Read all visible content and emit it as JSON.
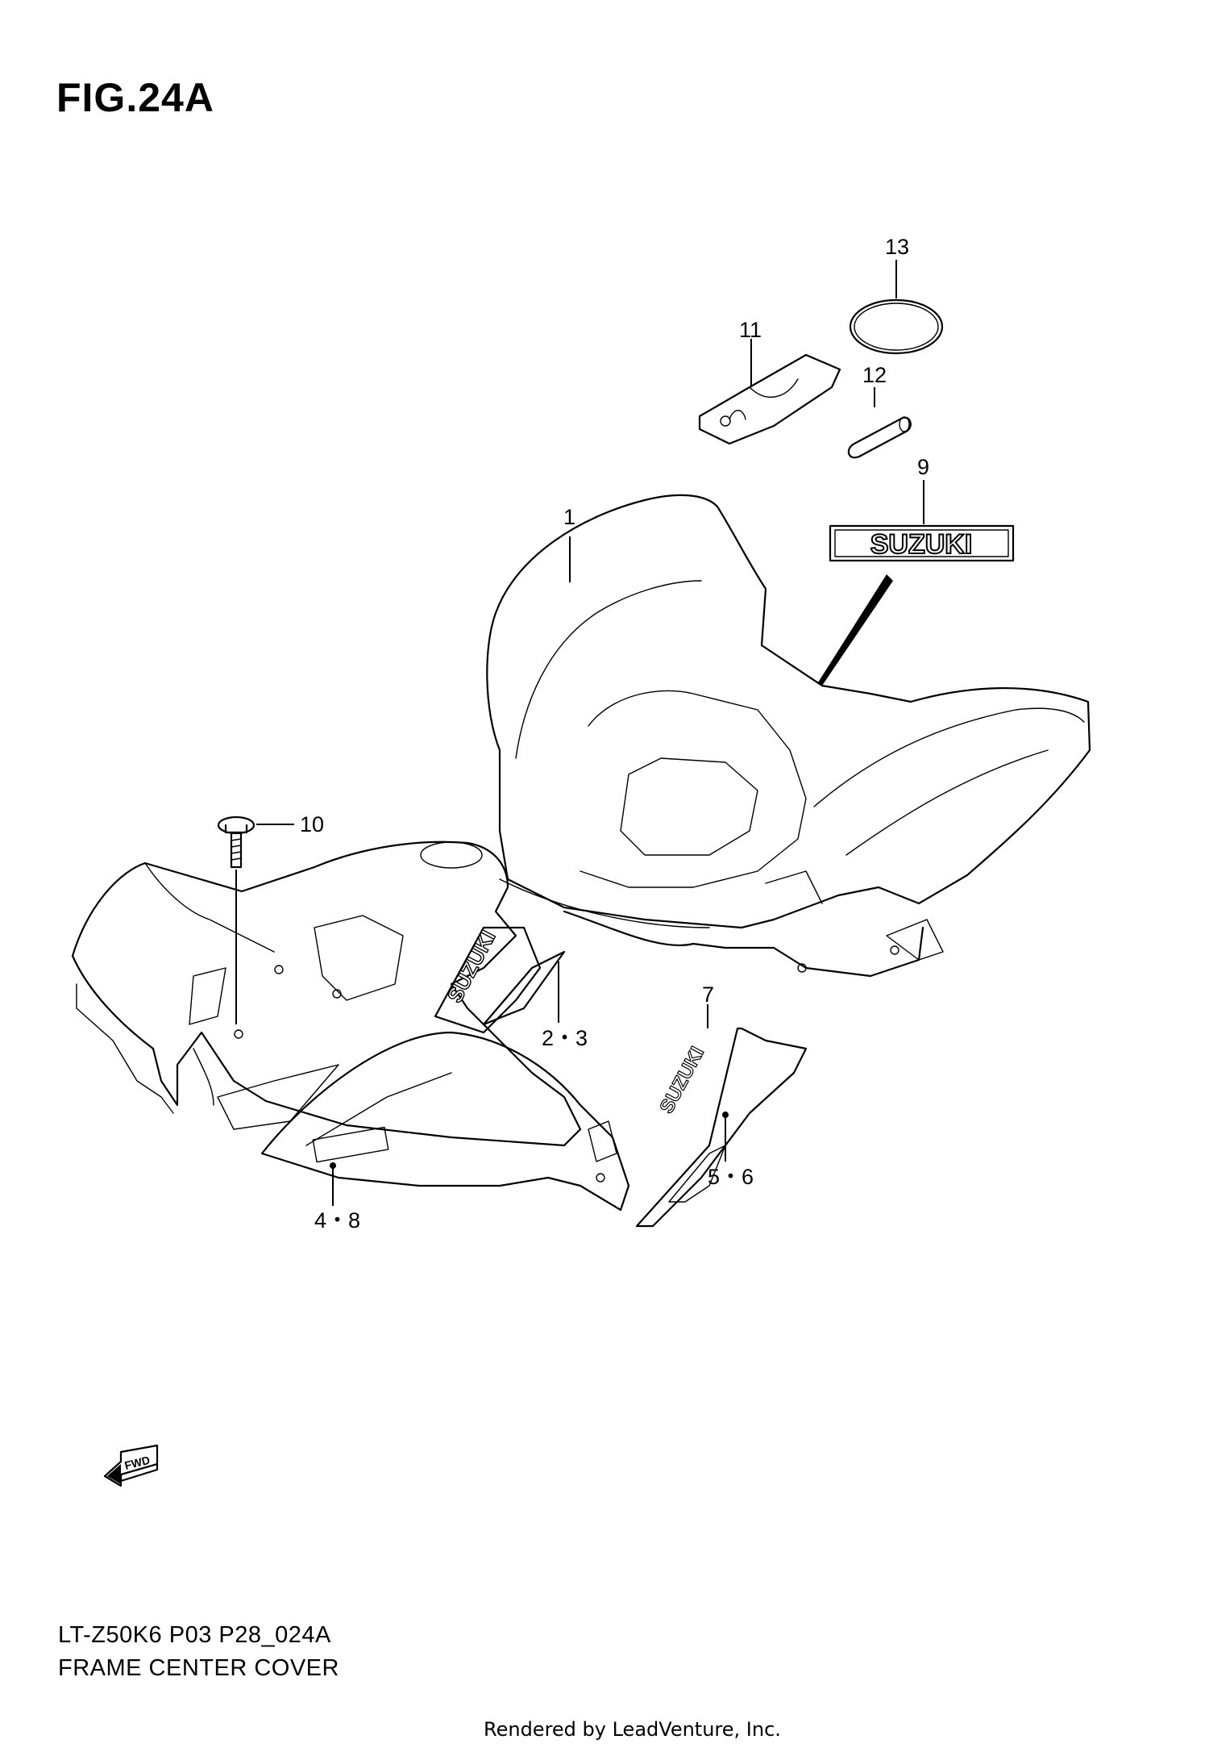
{
  "figure": {
    "title": "FIG.24A"
  },
  "callouts": {
    "c1": "1",
    "c23": "2・3",
    "c48": "4・8",
    "c56": "5・6",
    "c7": "7",
    "c9": "9",
    "c10": "10",
    "c11": "11",
    "c12": "12",
    "c13": "13"
  },
  "decals": {
    "brand_emblem": "SUZUKI",
    "fwd_arrow": "FWD"
  },
  "footer": {
    "model_code": "LT-Z50K6 P03 P28_024A",
    "part_name": "FRAME CENTER COVER",
    "credit": "Rendered by LeadVenture, Inc."
  },
  "icons": [
    "fwd-arrow-icon",
    "bolt-icon",
    "o-ring-icon",
    "pipe-icon"
  ]
}
